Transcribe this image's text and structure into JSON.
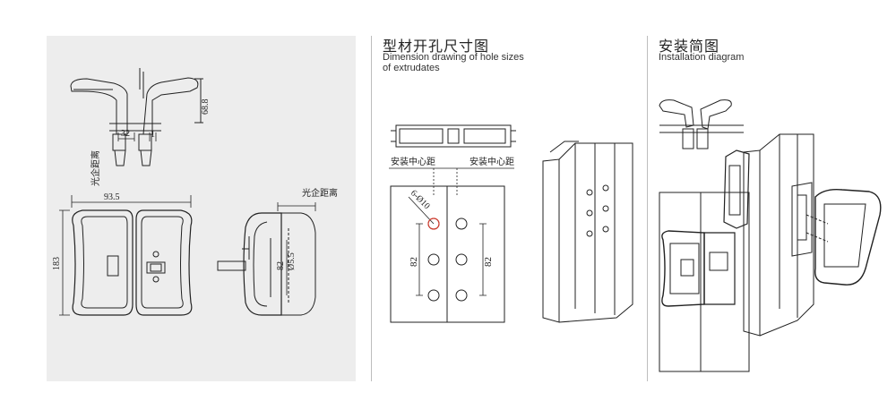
{
  "panel_left": {
    "dimensions": {
      "top_height": "68.8",
      "top_width_a": "32",
      "top_width_b": "1",
      "side_label": "光企距离",
      "width": "93.5",
      "height": "183",
      "right_label": "光企距离",
      "hole_spacing": "82",
      "hole_dia": "Ø5.5"
    }
  },
  "panel_middle": {
    "title_cn": "型材开孔尺寸图",
    "title_en": "Dimension drawing of hole sizes of extrudates",
    "label_left": "安装中心距",
    "label_right": "安装中心距",
    "hole_spec": "6-Ø10",
    "dim_left": "82",
    "dim_right": "82"
  },
  "panel_right": {
    "title_cn": "安装简图",
    "title_en": "Installation diagram"
  },
  "colors": {
    "panel_bg": "#ededed",
    "line": "#222222",
    "hole_highlight": "#d33a2c"
  }
}
